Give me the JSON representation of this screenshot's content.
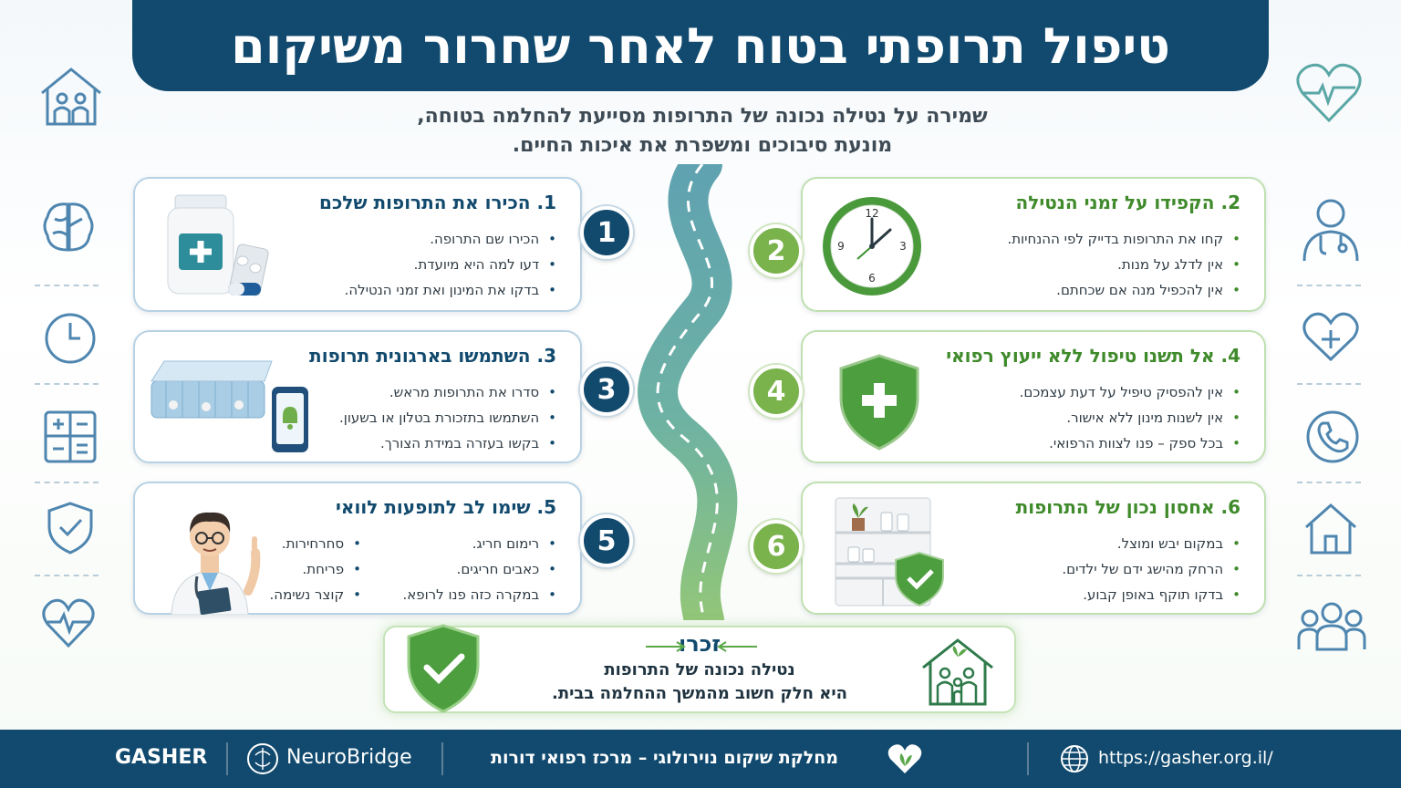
{
  "header": {
    "title": "טיפול תרופתי בטוח לאחר שחרור משיקום"
  },
  "subtitle": {
    "line1": "שמירה על נטילה נכונה של התרופות מסייעת להחלמה בטוחה,",
    "line2": "מונעת סיבוכים ומשפרת את איכות החיים."
  },
  "cards": [
    {
      "num": "1",
      "title": "1. הכירו את התרופות שלכם",
      "items": [
        "הכירו שם התרופה.",
        "דעו למה היא מיועדת.",
        "בדקו את המינון ואת זמני הנטילה."
      ]
    },
    {
      "num": "2",
      "title": "2. הקפידו על זמני הנטילה",
      "items": [
        "קחו את התרופות בדייק לפי ההנחיות.",
        "אין לדלג על מנות.",
        "אין להכפיל מנה אם שכחתם."
      ]
    },
    {
      "num": "3",
      "title": "3. השתמשו בארגונית תרופות",
      "items": [
        "סדרו את התרופות מראש.",
        "השתמשו בתזכורת בטלון או בשעון.",
        "בקשו בעזרה במידת הצורך."
      ]
    },
    {
      "num": "4",
      "title": "4. אל תשנו טיפול ללא ייעוץ רפואי",
      "items": [
        "אין להפסיק טיפיל על דעת עצמכם.",
        "אין לשנות מינון ללא אישור.",
        "בכל ספק – פנו לצוות הרפואי."
      ]
    },
    {
      "num": "5",
      "title": "5. שימו לב לתופעות לוואי",
      "items_col1": [
        "רימום חריג.",
        "כאבים חריגים.",
        "במקרה כזה פנו לרופא."
      ],
      "items_col2": [
        "סחרחירות.",
        "פריחת.",
        "קוצר נשימה."
      ]
    },
    {
      "num": "6",
      "title": "6. אחסון נכון של התרופות",
      "items": [
        "במקום יבש ומוצל.",
        "הרחק מהישג ידם של ילדים.",
        "בדקו תוקף באופן קבוע."
      ]
    }
  ],
  "clock": {
    "n12": "12",
    "n3": "3",
    "n6": "6",
    "n9": "9"
  },
  "remember": {
    "title": "זכרו",
    "line1": "נטילה נכונה של התרופות",
    "line2": "היא חלק חשוב מהמשך ההחלמה בבית."
  },
  "footer": {
    "brand1": "GASHER",
    "brand2": "NeuroBridge",
    "department": "מחלקת שיקום נוירולוגי – מרכז רפואי דורות",
    "url": "https://gasher.org.il/"
  },
  "colors": {
    "navy": "#114a6e",
    "green": "#7ab24c",
    "teal": "#5aa7a5"
  }
}
